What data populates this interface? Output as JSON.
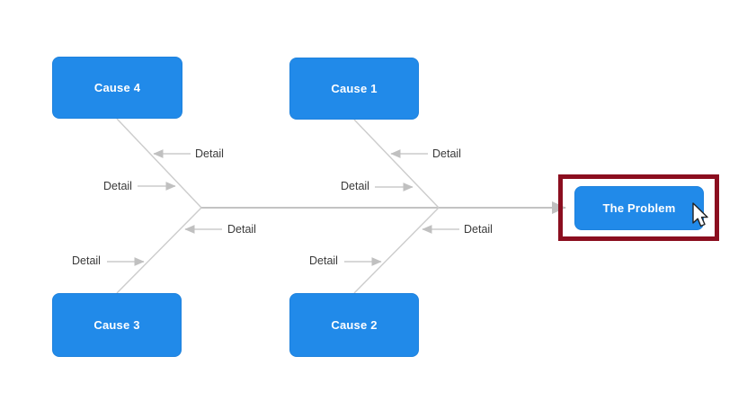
{
  "diagram": {
    "type": "fishbone-cause-and-effect",
    "problem_node": {
      "label": "The Problem",
      "selected": true
    },
    "cause_nodes": [
      {
        "label": "Cause 1",
        "position": "top-inner"
      },
      {
        "label": "Cause 2",
        "position": "bottom-inner"
      },
      {
        "label": "Cause 3",
        "position": "bottom-outer"
      },
      {
        "label": "Cause 4",
        "position": "top-outer"
      }
    ],
    "detail_labels": [
      "Detail",
      "Detail",
      "Detail",
      "Detail",
      "Detail",
      "Detail",
      "Detail",
      "Detail"
    ]
  },
  "colors": {
    "background": "#ffffff",
    "node_fill": "#218ae9",
    "node_border": "#1f82dd",
    "node_text": "#ffffff",
    "line": "#cccccc",
    "line_dark": "#c3c3c3",
    "selection": "#8b0e1f",
    "detail_text": "#3a3a3a"
  },
  "cursor": {
    "type": "arrow-pointer",
    "over": "The Problem"
  }
}
